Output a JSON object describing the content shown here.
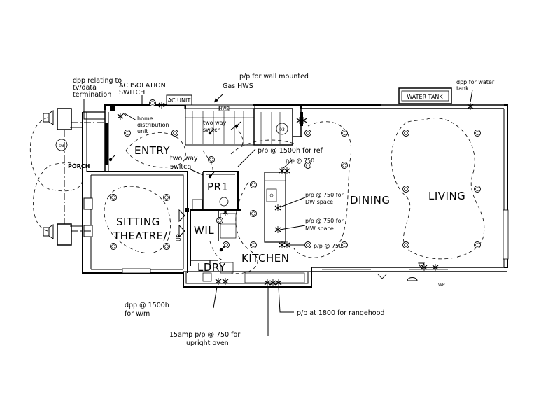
{
  "rooms": {
    "entry": "ENTRY",
    "porch": "PORCH",
    "pr1": "PR1",
    "sitting_1": "SITTING",
    "sitting_2": "THEATRE/",
    "wil": "WIL",
    "ldry": "LDRY",
    "kitchen": "KITCHEN",
    "dining": "DINING",
    "living": "LIVING"
  },
  "labels": {
    "ac_unit": "AC UNIT",
    "water_tank": "WATER TANK",
    "hws": "HWS",
    "room_03_a": "03",
    "room_03_b": "03",
    "up_arrow": "UP",
    "wp": "WP"
  },
  "notes": {
    "dpp_tv_1": "dpp relating to",
    "dpp_tv_2": "tv/data",
    "dpp_tv_3": "termination",
    "ac_iso_1": "AC ISOLATION",
    "ac_iso_2": "SWITCH",
    "home_dist_1": "home",
    "home_dist_2": "distribution",
    "home_dist_3": "unit",
    "gas_hws_1": "p/p for wall mounted",
    "gas_hws_2": "Gas HWS",
    "dpp_water_1": "dpp for water",
    "dpp_water_2": "tank",
    "two_way_upper_1": "two way",
    "two_way_upper_2": "switch",
    "two_way_lower_1": "two way",
    "two_way_lower_2": "switch",
    "ref": "p/p @ 1500h for ref",
    "pp750_top": "p/p @ 750",
    "dw_1": "p/p @ 750 for",
    "dw_2": "DW space",
    "mw_1": "p/p @ 750 for",
    "mw_2": "MW space",
    "pp750_bottom": "p/p @ 750",
    "wm_1": "dpp @ 1500h",
    "wm_2": "for w/m",
    "rangehood": "p/p at 1800 for rangehood",
    "oven_1": "15amp p/p @ 750 for",
    "oven_2": "upright oven"
  }
}
